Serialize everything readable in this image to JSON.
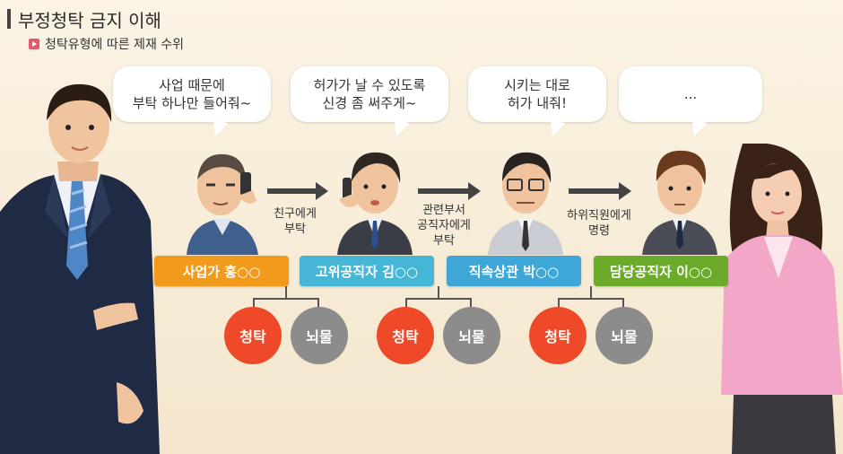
{
  "header": {
    "title": "부정청탁 금지 이해",
    "subtitle": "청탁유형에 따른 제재 수위"
  },
  "bubbles": [
    {
      "text": "사업 때문에\n부탁 하나만 들어줘~"
    },
    {
      "text": "허가가 날 수 있도록\n신경 좀 써주게~"
    },
    {
      "text": "시키는 대로\n허가 내줘!"
    },
    {
      "text": "..."
    }
  ],
  "relations": [
    {
      "text": "친구에게\n부탁"
    },
    {
      "text": "관련부서\n공직자에게\n부탁"
    },
    {
      "text": "하위직원에게\n명령"
    }
  ],
  "roles": [
    {
      "label": "사업가 홍○○",
      "color": "#f29a1c"
    },
    {
      "label": "고위공직자 김○○",
      "color": "#45b6d6"
    },
    {
      "label": "직속상관 박○○",
      "color": "#3fa6d8"
    },
    {
      "label": "담당공직자 이○○",
      "color": "#6cab2a"
    }
  ],
  "sanctions": [
    {
      "label": "청탁",
      "color": "#ee4a2a"
    },
    {
      "label": "뇌물",
      "color": "#8c8c8c"
    },
    {
      "label": "청탁",
      "color": "#ee4a2a"
    },
    {
      "label": "뇌물",
      "color": "#8c8c8c"
    },
    {
      "label": "청탁",
      "color": "#ee4a2a"
    },
    {
      "label": "뇌물",
      "color": "#8c8c8c"
    }
  ]
}
